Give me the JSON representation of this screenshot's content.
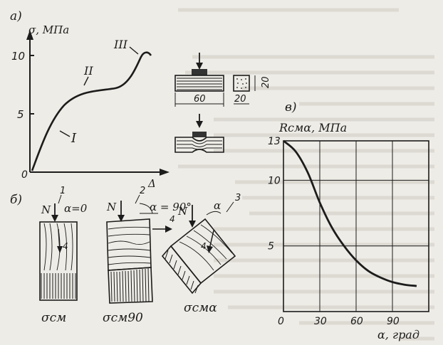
{
  "panel_a": {
    "label": "а)",
    "y_axis_label": "σ, МПа",
    "x_axis_label": "Δ",
    "origin_label": "0",
    "y_ticks": [
      "10",
      "5"
    ],
    "stage_labels": [
      "I",
      "II",
      "III"
    ]
  },
  "panel_top_middle": {
    "dimensions": [
      "60",
      "20",
      "20"
    ]
  },
  "panel_b": {
    "label": "б)",
    "force_label": "N",
    "alpha_label_1": "α=0",
    "alpha_label_2": "α = 90°",
    "alpha_label_3": "α",
    "specimen_numbers": [
      "1",
      "2",
      "3",
      "4",
      "4",
      "4"
    ],
    "stress_labels": [
      "σсм",
      "σсм90",
      "σсмα"
    ]
  },
  "chart_data": {
    "type": "line",
    "label": "в)",
    "ylabel": "Rсмα, МПа",
    "xlabel": "α, град",
    "x_ticks": [
      "0",
      "30",
      "60",
      "90"
    ],
    "y_ticks": [
      "13",
      "10",
      "5"
    ],
    "xlim": [
      0,
      120
    ],
    "ylim": [
      0,
      13
    ],
    "grid": true,
    "x": [
      0,
      10,
      20,
      30,
      40,
      50,
      60,
      70,
      80,
      90,
      100,
      110
    ],
    "values": [
      13,
      12.2,
      10.6,
      8.3,
      6.4,
      5.0,
      3.9,
      3.1,
      2.6,
      2.25,
      2.05,
      1.95
    ]
  }
}
